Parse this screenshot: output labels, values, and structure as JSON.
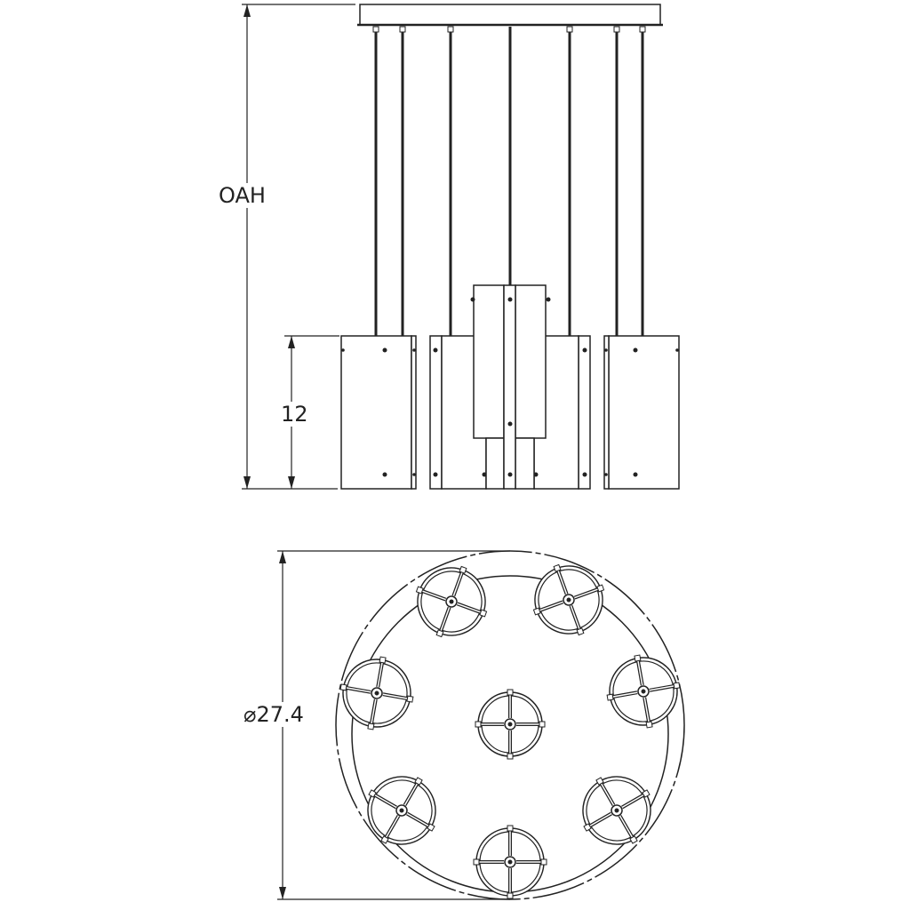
{
  "dimensions": {
    "overall_height": "OAH",
    "shade_height": "12",
    "diameter": "⌀27.4"
  },
  "colors": {
    "line": "#222222",
    "background": "#ffffff"
  }
}
